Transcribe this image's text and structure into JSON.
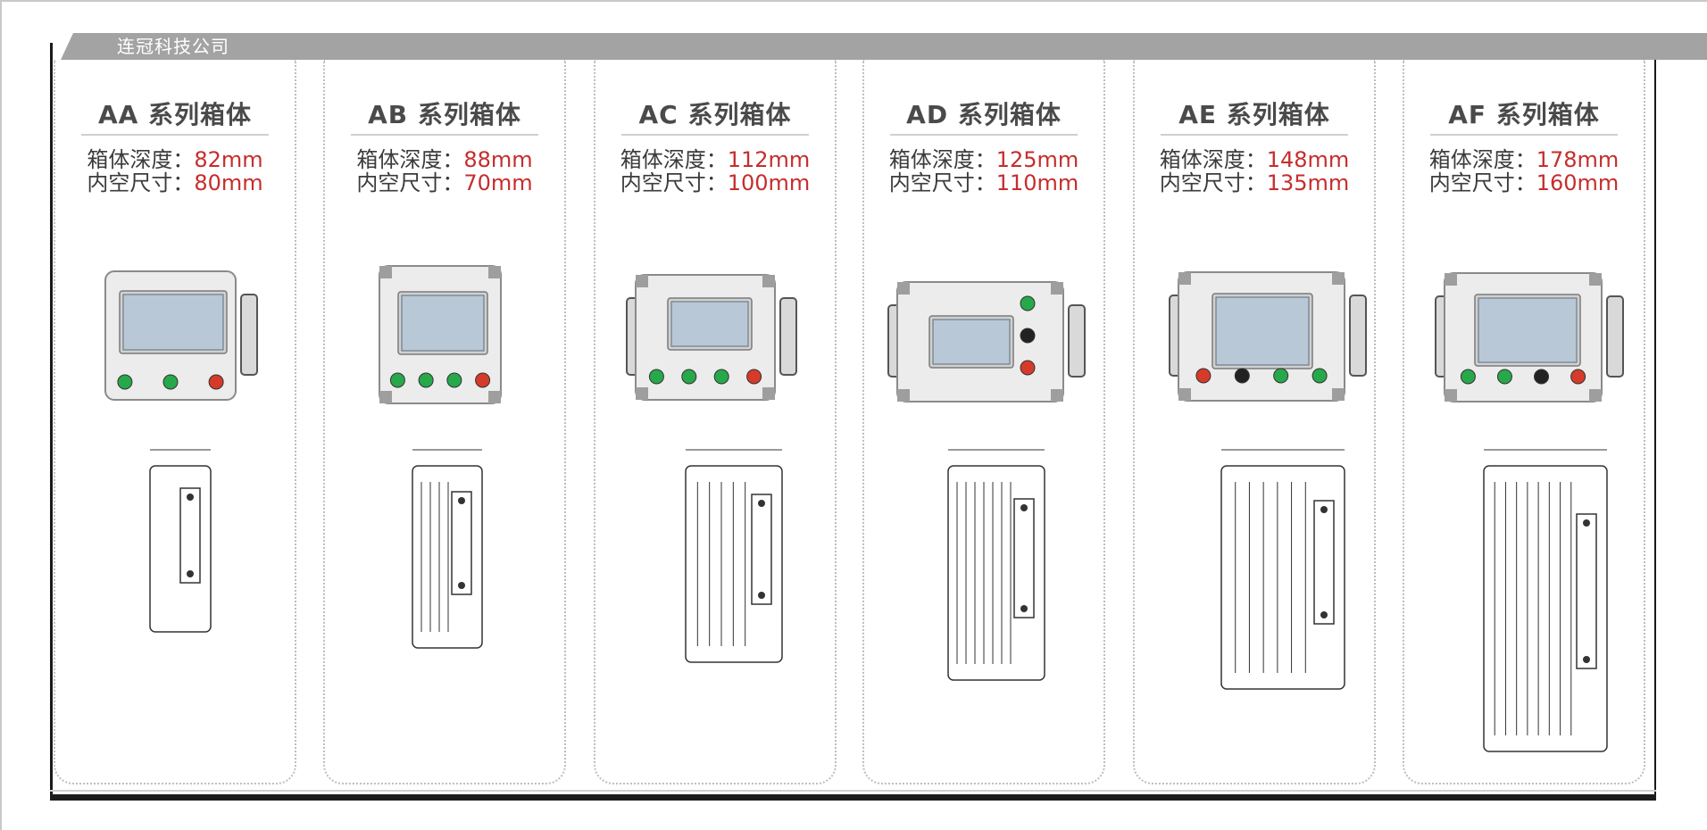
{
  "header": {
    "company": "连冠科技公司"
  },
  "colors": {
    "banner": "#a3a3a3",
    "value_red": "#c62d2d",
    "button_green": "#27a84a",
    "button_red": "#d63a2a",
    "button_black": "#222222",
    "screen": "#b9c8d6"
  },
  "series": [
    {
      "title": "AA 系列箱体",
      "depth_label": "箱体深度：",
      "depth": "82mm",
      "inner_label": "内空尺寸：",
      "inner": "80mm",
      "buttons": [
        "green",
        "green",
        "red"
      ]
    },
    {
      "title": "AB 系列箱体",
      "depth_label": "箱体深度：",
      "depth": "88mm",
      "inner_label": "内空尺寸：",
      "inner": "70mm",
      "buttons": [
        "green",
        "green",
        "green",
        "red"
      ]
    },
    {
      "title": "AC 系列箱体",
      "depth_label": "箱体深度：",
      "depth": "112mm",
      "inner_label": "内空尺寸：",
      "inner": "100mm",
      "buttons": [
        "green",
        "green",
        "green",
        "red"
      ]
    },
    {
      "title": "AD 系列箱体",
      "depth_label": "箱体深度：",
      "depth": "125mm",
      "inner_label": "内空尺寸：",
      "inner": "110mm",
      "buttons": [
        "green",
        "black",
        "red"
      ]
    },
    {
      "title": "AE 系列箱体",
      "depth_label": "箱体深度：",
      "depth": "148mm",
      "inner_label": "内空尺寸：",
      "inner": "135mm",
      "buttons": [
        "red",
        "black",
        "green",
        "green"
      ]
    },
    {
      "title": "AF 系列箱体",
      "depth_label": "箱体深度：",
      "depth": "178mm",
      "inner_label": "内空尺寸：",
      "inner": "160mm",
      "buttons": [
        "green",
        "green",
        "black",
        "red"
      ]
    }
  ]
}
